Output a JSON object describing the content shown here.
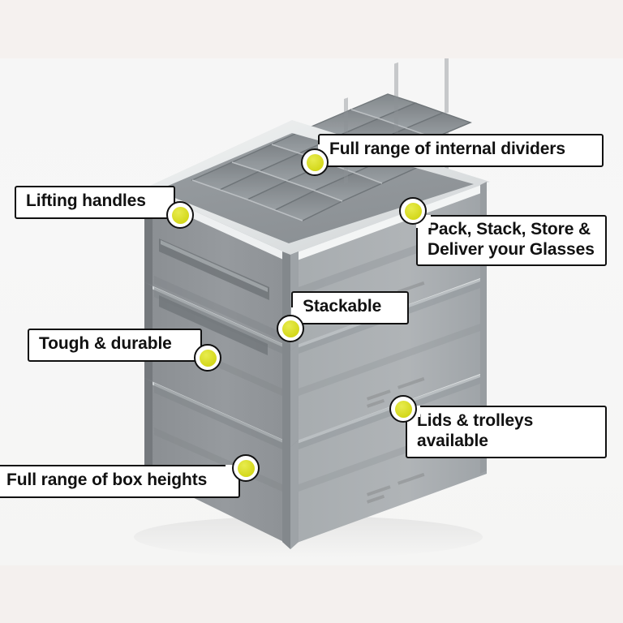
{
  "page": {
    "title": "Glassware Crate Feature Callouts",
    "background_top": "#f5f1ef",
    "background_main": "#f6f6f6",
    "background_bottom": "#f4f0ee"
  },
  "product": {
    "name": "Stackable glassware storage crate",
    "description": "Three grey plastic glassware crates stacked, top crate fitted with a grid of internal dividers",
    "body_color": "#919599",
    "light_face_color": "#a9aeb1",
    "rim_color": "#e6e8e9",
    "stack_count": 3,
    "divider_grid": {
      "columns": 6,
      "rows": 4
    }
  },
  "accent": {
    "dot_color": "#d9dd22",
    "dot_ring_color": "#ffffff",
    "outline_color": "#111111"
  },
  "callouts": [
    {
      "id": "internal-dividers",
      "text": "Full range of internal dividers",
      "dot_position": "left"
    },
    {
      "id": "lifting-handles",
      "text": "Lifting handles",
      "dot_position": "bottom-right"
    },
    {
      "id": "pack-stack-store",
      "text": "Pack, Stack, Store &\nDeliver your Glasses",
      "dot_position": "top-left"
    },
    {
      "id": "stackable",
      "text": "Stackable",
      "dot_position": "bottom-left"
    },
    {
      "id": "tough-durable",
      "text": "Tough & durable",
      "dot_position": "bottom-right"
    },
    {
      "id": "lids-trolleys",
      "text": "Lids & trolleys available",
      "dot_position": "top-left"
    },
    {
      "id": "box-heights",
      "text": "Full range of box heights",
      "dot_position": "top-right"
    }
  ]
}
